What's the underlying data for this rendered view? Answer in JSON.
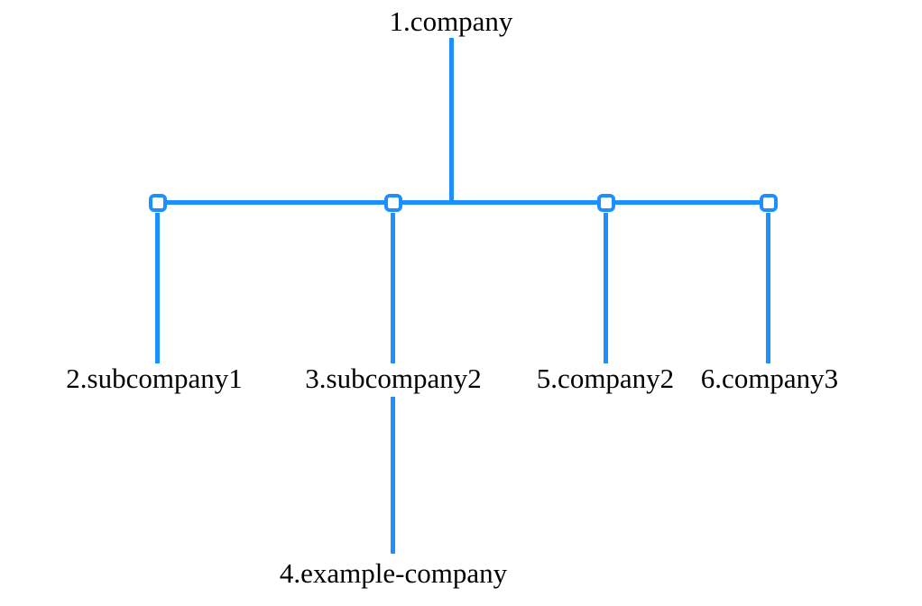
{
  "diagram": {
    "type": "tree",
    "colors": {
      "accent": "#1E8FFF",
      "background": "#FFFFFF",
      "text": "#000000"
    },
    "nodes": {
      "root": {
        "id": "1",
        "label": "1.company"
      },
      "child1": {
        "id": "2",
        "label": "2.subcompany1"
      },
      "child2": {
        "id": "3",
        "label": "3.subcompany2"
      },
      "child3": {
        "id": "5",
        "label": "5.company2"
      },
      "child4": {
        "id": "6",
        "label": "6.company3"
      },
      "grandchild1": {
        "id": "4",
        "label": "4.example-company"
      }
    },
    "edges": [
      {
        "from": "1.company",
        "to": "2.subcompany1"
      },
      {
        "from": "1.company",
        "to": "3.subcompany2"
      },
      {
        "from": "1.company",
        "to": "5.company2"
      },
      {
        "from": "1.company",
        "to": "6.company3"
      },
      {
        "from": "3.subcompany2",
        "to": "4.example-company"
      }
    ]
  }
}
